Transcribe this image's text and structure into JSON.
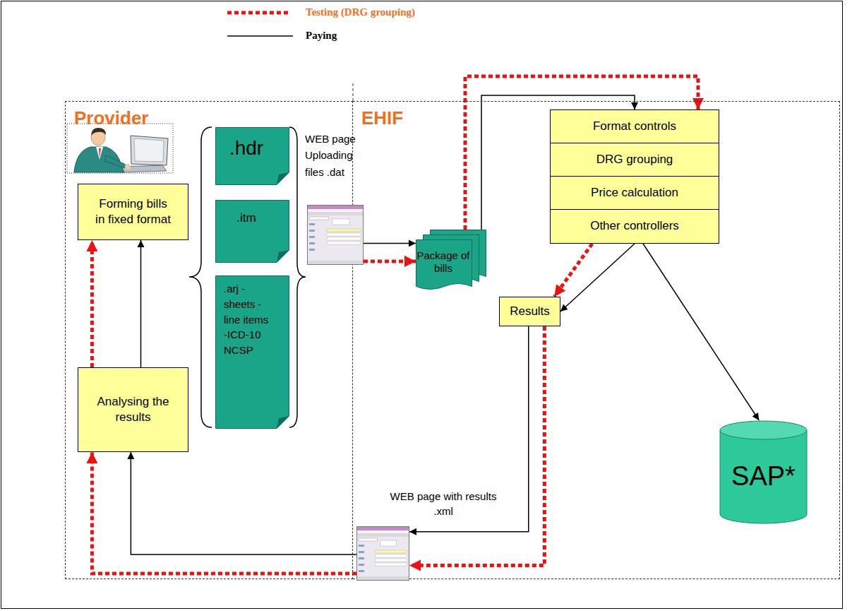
{
  "diagram": {
    "nodes": [
      {
        "text": [
          "Provider"
        ]
      },
      {
        "text": [
          "EHIF"
        ]
      },
      {
        "text": [
          "Forming bills in fixed format"
        ],
        "in": 0
      },
      {
        "text": [
          "Analysing the results"
        ],
        "in": 0
      },
      {
        "text": [
          ".hdr"
        ],
        "in": 0
      },
      {
        "text": [
          ".itm"
        ],
        "in": 0
      },
      {
        "text": [
          ".arj -sheets -line items -ICD-10 NCSP"
        ],
        "in": 0
      },
      {
        "text": [
          "WEB page Uploading files .dat"
        ]
      },
      {
        "text": [
          "Package of bills"
        ],
        "in": 1
      },
      {
        "text": [
          "Format controls"
        ],
        "in": 1
      },
      {
        "text": [
          "DRG grouping"
        ],
        "in": 1
      },
      {
        "text": [
          "Price calculation"
        ],
        "in": 1
      },
      {
        "text": [
          "Other controllers"
        ],
        "in": 1
      },
      {
        "text": [
          "Results"
        ],
        "in": 1
      },
      {
        "text": [
          "SAP*"
        ],
        "in": 1
      },
      {
        "text": [
          "WEB page with results .xml"
        ]
      }
    ],
    "edges": [
      {
        "from": 7,
        "to": 8,
        "arrow": "to"
      },
      {
        "from": 7,
        "to": 8,
        "arrow": "to"
      },
      {
        "from": 8,
        "to": 9,
        "arrow": "to"
      },
      {
        "from": 8,
        "to": 9,
        "arrow": "to"
      },
      {
        "from": 12,
        "to": 13,
        "arrow": "to"
      },
      {
        "from": 12,
        "to": 13,
        "arrow": "to"
      },
      {
        "from": 12,
        "to": 14,
        "arrow": "to"
      },
      {
        "from": 13,
        "to": 15,
        "arrow": "to"
      },
      {
        "from": 13,
        "to": 15,
        "arrow": "to"
      },
      {
        "from": 15,
        "to": 3,
        "arrow": "to"
      },
      {
        "from": 15,
        "to": 3,
        "arrow": "to"
      },
      {
        "from": 3,
        "to": 2,
        "arrow": "to"
      },
      {
        "from": 3,
        "to": 2,
        "arrow": "to"
      }
    ],
    "legend": [
      {
        "text": "Testing (DRG grouping)"
      },
      {
        "text": "Paying"
      }
    ]
  }
}
